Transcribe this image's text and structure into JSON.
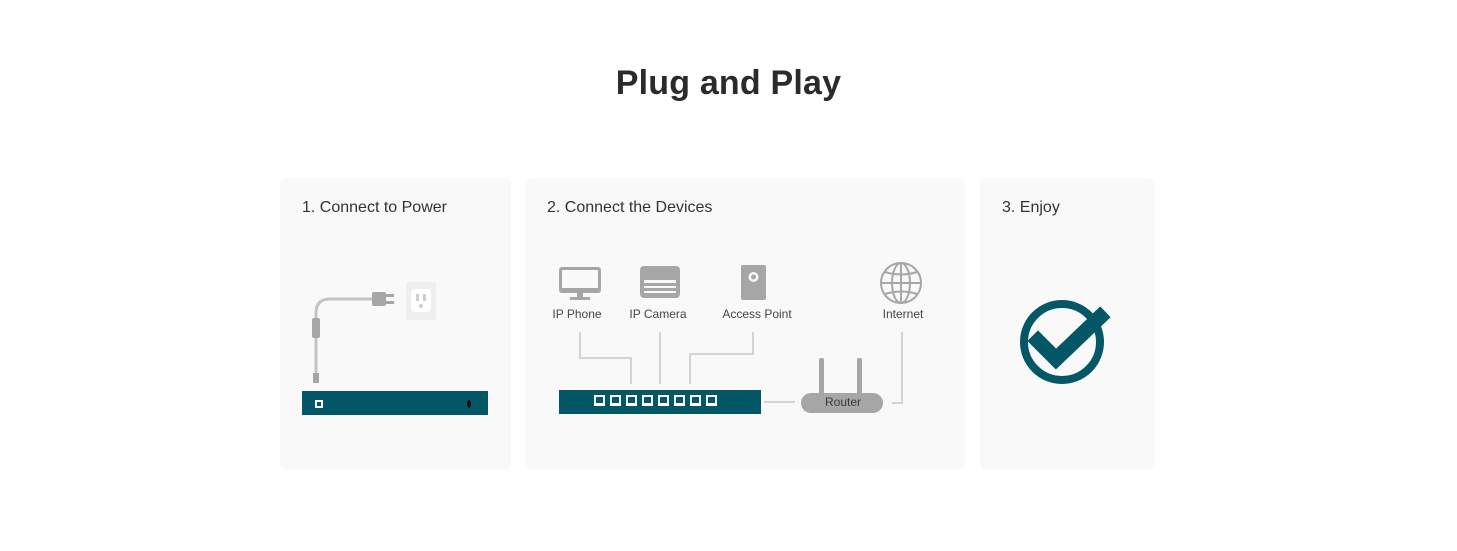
{
  "page": {
    "title": "Plug and Play"
  },
  "steps": [
    {
      "title": "1. Connect to Power"
    },
    {
      "title": "2. Connect the Devices",
      "devices": {
        "ip_phone": "IP Phone",
        "ip_camera": "IP Camera",
        "access_point": "Access Point",
        "internet": "Internet",
        "router": "Router"
      }
    },
    {
      "title": "3. Enjoy"
    }
  ],
  "colors": {
    "switch_teal": "#035766",
    "icon_gray": "#a6a6a6",
    "card_bg": "#f9f9f9"
  },
  "icons": [
    "power-plug-icon",
    "wall-outlet-icon",
    "monitor-icon",
    "camera-icon",
    "access-point-icon",
    "globe-icon",
    "router-icon",
    "checkmark-icon"
  ]
}
